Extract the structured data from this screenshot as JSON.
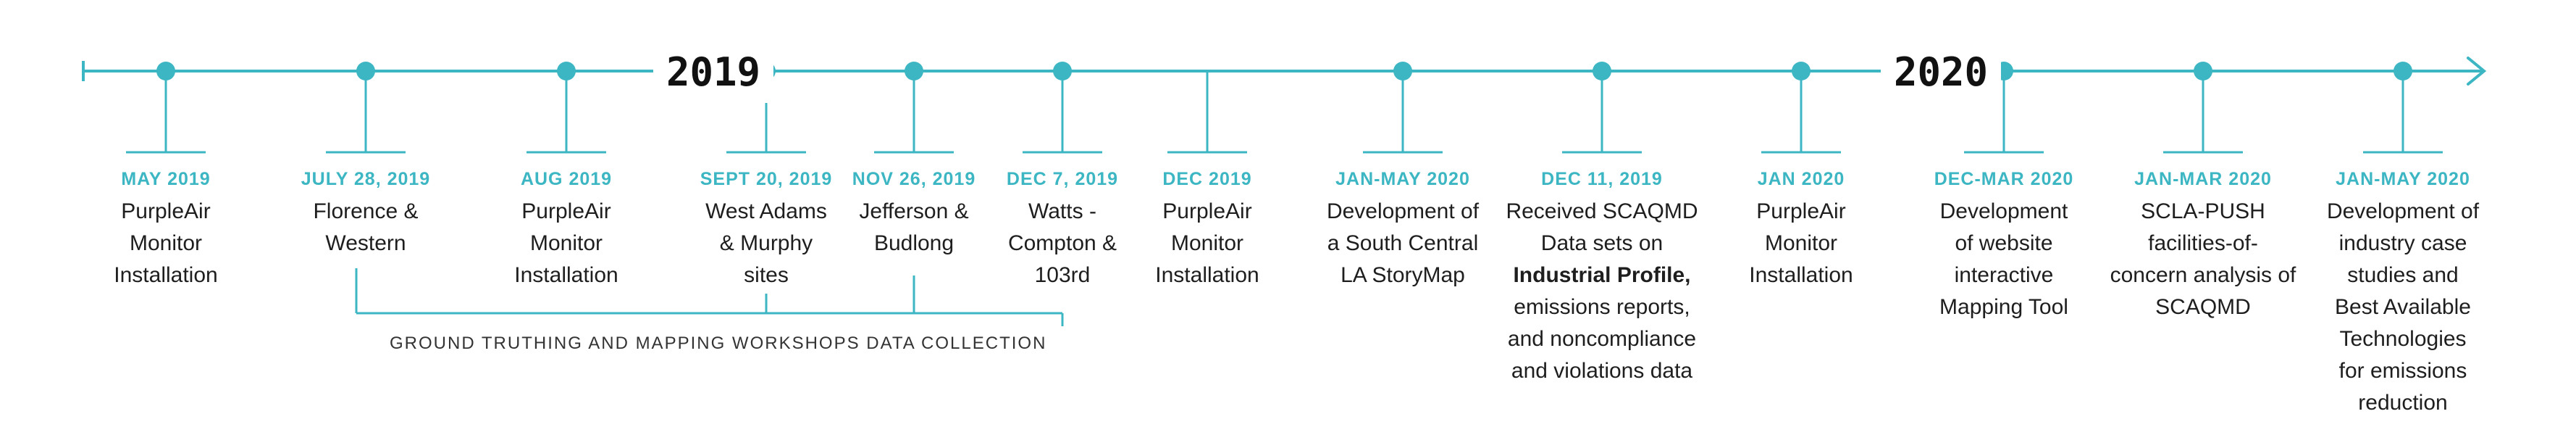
{
  "colors": {
    "accent": "#3db6c3",
    "text": "#1e1e1e",
    "year": "#111111"
  },
  "years": [
    {
      "label": "2019"
    },
    {
      "label": "2020"
    }
  ],
  "events": [
    {
      "date": "MAY 2019",
      "lines": [
        "PurpleAir",
        "Monitor",
        "Installation"
      ],
      "dot": true
    },
    {
      "date": "JULY 28, 2019",
      "lines": [
        "Florence &",
        "Western"
      ],
      "dot": true
    },
    {
      "date": "AUG 2019",
      "lines": [
        "PurpleAir",
        "Monitor",
        "Installation"
      ],
      "dot": true
    },
    {
      "date": "SEPT 20, 2019",
      "lines": [
        "West Adams",
        "& Murphy",
        "sites"
      ],
      "dot": true
    },
    {
      "date": "NOV 26, 2019",
      "lines": [
        "Jefferson &",
        "Budlong"
      ],
      "dot": true
    },
    {
      "date": "DEC 7, 2019",
      "lines": [
        "Watts -",
        "Compton &",
        "103rd"
      ],
      "dot": true
    },
    {
      "date": "DEC 2019",
      "lines": [
        "PurpleAir",
        "Monitor",
        "Installation"
      ],
      "dot": false
    },
    {
      "date": "JAN-MAY 2020",
      "lines": [
        "Development of",
        "a South Central",
        "LA StoryMap"
      ],
      "dot": true
    },
    {
      "date": "DEC 11, 2019",
      "lines": [
        "Received SCAQMD",
        "Data sets on",
        "Industrial Profile,",
        "emissions reports,",
        "and noncompliance",
        "and violations data"
      ],
      "bold_line": 2,
      "dot": true
    },
    {
      "date": "JAN 2020",
      "lines": [
        "PurpleAir",
        "Monitor",
        "Installation"
      ],
      "dot": true
    },
    {
      "date": "DEC-MAR 2020",
      "lines": [
        "Development",
        "of website",
        "interactive",
        "Mapping Tool"
      ],
      "dot": true
    },
    {
      "date": "JAN-MAR 2020",
      "lines": [
        "SCLA-PUSH",
        "facilities-of-",
        "concern analysis of",
        "SCAQMD"
      ],
      "dot": true
    },
    {
      "date": "JAN-MAY 2020",
      "lines": [
        "Development of",
        "industry case",
        "studies and",
        "Best Available",
        "Technologies",
        "for emissions",
        "reduction"
      ],
      "dot": true
    }
  ],
  "group": {
    "label": "GROUND TRUTHING AND MAPPING WORKSHOPS DATA COLLECTION"
  }
}
